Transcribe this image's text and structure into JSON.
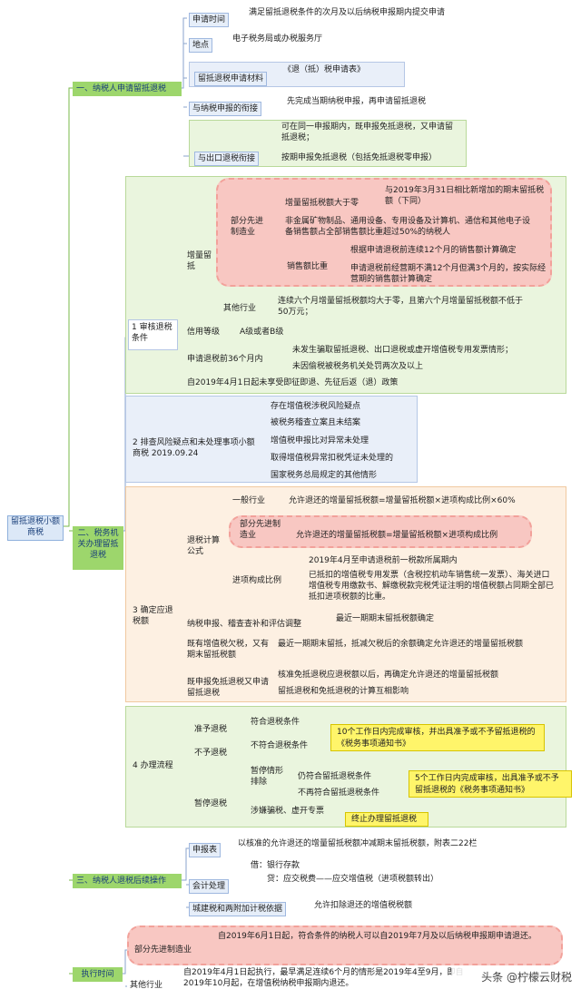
{
  "root": {
    "label": "留抵退税小额商税"
  },
  "s1": {
    "title": "一、纳税人申请留抵退税",
    "items": [
      {
        "label": "申请时间",
        "text": "满足留抵退税条件的次月及以后纳税申报期内提交申请"
      },
      {
        "label": "地点",
        "text": "电子税务局或办税服务厅"
      },
      {
        "label": "留抵退税申请材料",
        "text": "《退（抵）税申请表》"
      },
      {
        "label": "与纳税申报的衔接",
        "text": "先完成当期纳税申报，再申请留抵退税"
      },
      {
        "label": "与出口退税衔接",
        "text1": "可在同一申报期内，既申报免抵退税，又申请留抵退税；",
        "text2": "按期申报免抵退税（包括免抵退税零申报）"
      }
    ]
  },
  "s2": {
    "title": "二、税务机关办理留抵退税",
    "n1": {
      "label": "1 审核退税条件",
      "zengliang": "增量留抵",
      "bufen": "部分先进制造业",
      "cond1": "增量留抵税额大于零",
      "cond1_note": "与2019年3月31日相比新增加的期末留抵税额（下同）",
      "cond2": "非金属矿物制品、通用设备、专用设备及计算机、通信和其他电子设备销售额占全部销售额比重超过50%的纳税人",
      "xiaoshou": "销售额比重",
      "ratio1": "根据申请退税前连续12个月的销售额计算确定",
      "ratio2": "申请退税前经营期不满12个月但满3个月的，按实际经营期的销售额计算确定",
      "other": "其他行业",
      "other_text": "连续六个月增量留抵税额均大于零，且第六个月增量留抵税额不低于50万元；",
      "credit": "信用等级",
      "credit_text": "A级或者B级",
      "m36": "申请退税前36个月内",
      "m36_a": "未发生骗取留抵退税、出口退税或虚开增值税专用发票情形；",
      "m36_b": "未因偷税被税务机关处罚两次及以上",
      "policy": "自2019年4月1日起未享受即征即退、先征后返（退）政策"
    },
    "n2": {
      "label": "2 排查风险疑点和未处理事项小额商税 2019.09.24",
      "items": [
        "存在增值税涉税风险疑点",
        "被税务稽查立案且未结案",
        "增值税申报比对异常未处理",
        "取得增值税异常扣税凭证未处理的",
        "国家税务总局规定的其他情形"
      ]
    },
    "n3": {
      "label": "3 确定应退税额",
      "formula": "退税计算公式",
      "general": "一般行业",
      "general_text": "允许退还的增量留抵税额=增量留抵税额×进项构成比例×60%",
      "adv": "部分先进制造业",
      "adv_text": "允许退还的增量留抵税额=增量留抵税额×进项构成比例",
      "jinxiang": "进项构成比例",
      "jx1": "2019年4月至申请退税前一税款所属期内",
      "jx2": "已抵扣的增值税专用发票（含税控机动车销售统一发票）、海关进口增值税专用缴款书、解缴税款完税凭证注明的增值税额占同期全部已抵扣进项税额的比重。",
      "adjust": "纳税申报、稽查查补和评估调整",
      "adjust_text": "最近一期期末留抵税额确定",
      "owe": "既有增值税欠税，又有期末留抵税额",
      "owe_text": "最近一期期末留抵，抵减欠税后的余额确定允许退还的增量留抵税额",
      "both": "既申报免抵退税又申请留抵退税",
      "both_a": "核准免抵退税应退税额以后，再确定允许退还的增量留抵税额",
      "both_b": "留抵退税和免抵退税的计算互相影响"
    },
    "n4": {
      "label": "4 办理流程",
      "approve": "准予退税",
      "approve_c": "符合退税条件",
      "deny": "不予退税",
      "deny_c": "不符合退税条件",
      "notice1": "10个工作日内完成审核，并出具准予或不予留抵退税的《税务事项通知书》",
      "pause": "暂停退税",
      "pause_ex": "暂停情形排除",
      "pause_a": "仍符合留抵退税条件",
      "pause_b": "不再符合留抵退税条件",
      "notice2": "5个工作日内完成审核，出具准予或不予留抵退税的《税务事项通知书》",
      "fraud": "涉嫌骗税、虚开专票",
      "stop": "终止办理留抵退税"
    }
  },
  "s3": {
    "title": "三、纳税人退税后续操作",
    "report": "申报表",
    "report_text": "以核准的允许退还的增量留抵税额冲减期末留抵税额，附表二22栏",
    "acct": "会计处理",
    "acct_a": "借：银行存款",
    "acct_b": "贷：应交税费——应交增值税（进项税额转出）",
    "city": "城建税和两附加计税依据",
    "city_text": "允许扣除退还的增值税税额"
  },
  "s4": {
    "title": "执行时间",
    "adv": "部分先进制造业",
    "adv_text": "自2019年6月1日起，符合条件的纳税人可以自2019年7月及以后纳税申报期申请退还。",
    "other": "其他行业",
    "other_text": "自2019年4月1日起执行，最早满足连续6个月的情形是2019年4至9月，即自2019年10月起，在增值税纳税申报期内退还。"
  },
  "watermark": "头条 @柠檬云财税",
  "colors": {
    "green": "#9dd66c",
    "red_bubble": "#f8c7c2",
    "yellow": "#fff56a",
    "blue_box": "#e6eef9"
  }
}
